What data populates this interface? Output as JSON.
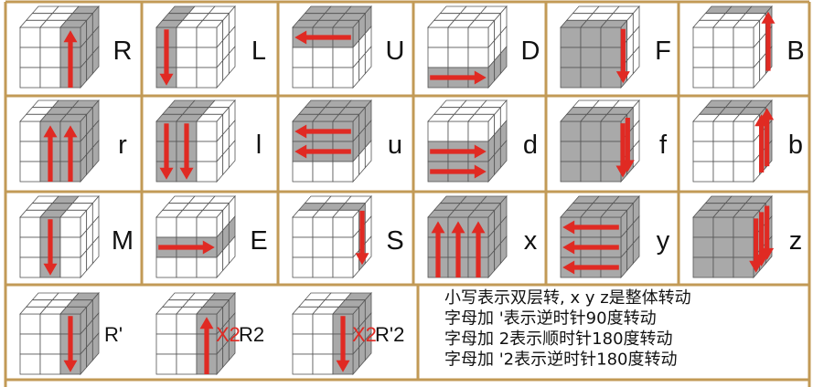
{
  "title": "Rubik's cube move notation",
  "colors": {
    "border": "#c29a56",
    "shade": "#a9a9a9",
    "arrow": "#e02a23",
    "sticker": "#ffffff"
  },
  "moves": [
    {
      "label": "R",
      "arrow_direction": "up"
    },
    {
      "label": "L",
      "arrow_direction": "down"
    },
    {
      "label": "U",
      "arrow_direction": "left"
    },
    {
      "label": "D",
      "arrow_direction": "right"
    },
    {
      "label": "F",
      "arrow_direction": "down"
    },
    {
      "label": "B",
      "arrow_direction": "up"
    },
    {
      "label": "r",
      "arrow_direction": "up"
    },
    {
      "label": "l",
      "arrow_direction": "down"
    },
    {
      "label": "u",
      "arrow_direction": "left"
    },
    {
      "label": "d",
      "arrow_direction": "right"
    },
    {
      "label": "f",
      "arrow_direction": "down"
    },
    {
      "label": "b",
      "arrow_direction": "up"
    },
    {
      "label": "M",
      "arrow_direction": "down"
    },
    {
      "label": "E",
      "arrow_direction": "right"
    },
    {
      "label": "S",
      "arrow_direction": "down"
    },
    {
      "label": "x",
      "arrow_direction": "up"
    },
    {
      "label": "y",
      "arrow_direction": "left"
    },
    {
      "label": "z",
      "arrow_direction": "down"
    }
  ],
  "variants": [
    {
      "label": "R'",
      "marker": "",
      "arrow_direction": "down"
    },
    {
      "label": "R2",
      "marker": "X2",
      "arrow_direction": "up"
    },
    {
      "label": "R'2",
      "marker": "X2",
      "arrow_direction": "down"
    }
  ],
  "notes": [
    "小写表示双层转, x y z是整体转动",
    "字母加 '表示逆时针90度转动",
    "字母加 2表示顺时针180度转动",
    "字母加 '2表示逆时针180度转动"
  ]
}
